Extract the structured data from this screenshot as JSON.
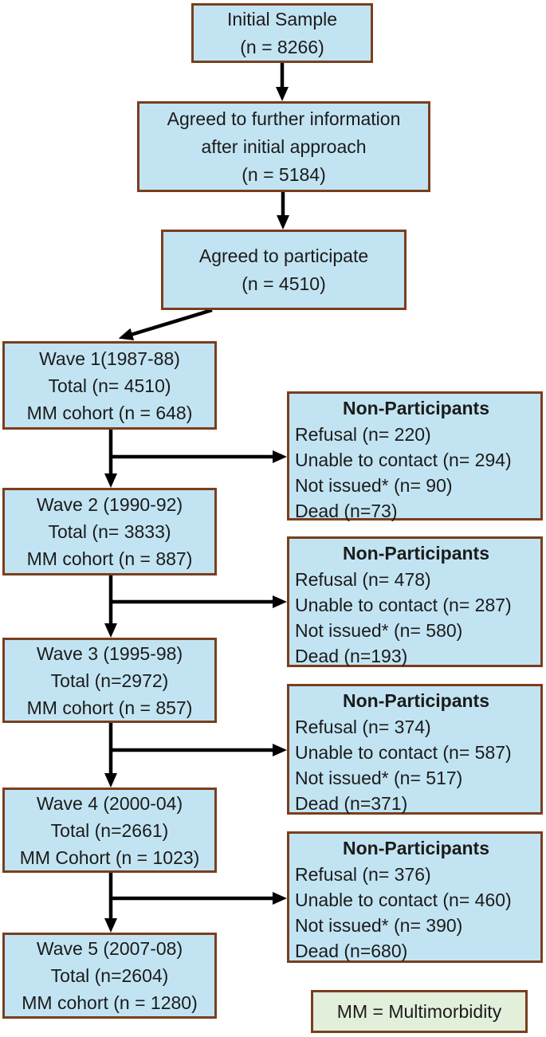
{
  "palette": {
    "box_fill": "#c2e4f2",
    "box_border": "#7a3e1d",
    "legend_fill": "#e2efda",
    "legend_border": "#7a3e1d",
    "arrow_color": "#000000",
    "text_color": "#1b1b1b"
  },
  "flow": {
    "initial_sample": {
      "lines": [
        "Initial Sample",
        "(n = 8266)"
      ]
    },
    "agreed_information": {
      "lines": [
        "Agreed to further information",
        "after initial approach",
        "(n = 5184)"
      ]
    },
    "agreed_participate": {
      "lines": [
        "Agreed to participate",
        "(n = 4510)"
      ]
    },
    "waves": [
      {
        "lines": [
          "Wave 1(1987-88)",
          "Total (n= 4510)",
          "MM cohort (n = 648)"
        ]
      },
      {
        "lines": [
          "Wave 2 (1990-92)",
          "Total (n= 3833)",
          "MM cohort (n = 887)"
        ]
      },
      {
        "lines": [
          "Wave 3 (1995-98)",
          "Total (n=2972)",
          "MM cohort (n = 857)"
        ]
      },
      {
        "lines": [
          "Wave 4 (2000-04)",
          "Total (n=2661)",
          "MM Cohort (n = 1023)"
        ]
      },
      {
        "lines": [
          "Wave 5 (2007-08)",
          "Total (n=2604)",
          "MM cohort (n = 1280)"
        ]
      }
    ],
    "non_participants": [
      {
        "title": "Non-Participants",
        "items": [
          "Refusal (n= 220)",
          "Unable to contact (n= 294)",
          "Not issued* (n= 90)",
          "Dead (n=73)"
        ]
      },
      {
        "title": "Non-Participants",
        "items": [
          "Refusal (n= 478)",
          "Unable to contact (n= 287)",
          "Not issued* (n= 580)",
          "Dead (n=193)"
        ]
      },
      {
        "title": "Non-Participants",
        "items": [
          "Refusal (n= 374)",
          "Unable to contact (n= 587)",
          "Not issued* (n= 517)",
          "Dead (n=371)"
        ]
      },
      {
        "title": "Non-Participants",
        "items": [
          "Refusal (n= 376)",
          "Unable to contact (n= 460)",
          "Not issued* (n= 390)",
          "Dead (n=680)"
        ]
      }
    ],
    "legend": {
      "label": "MM = Multimorbidity"
    }
  }
}
